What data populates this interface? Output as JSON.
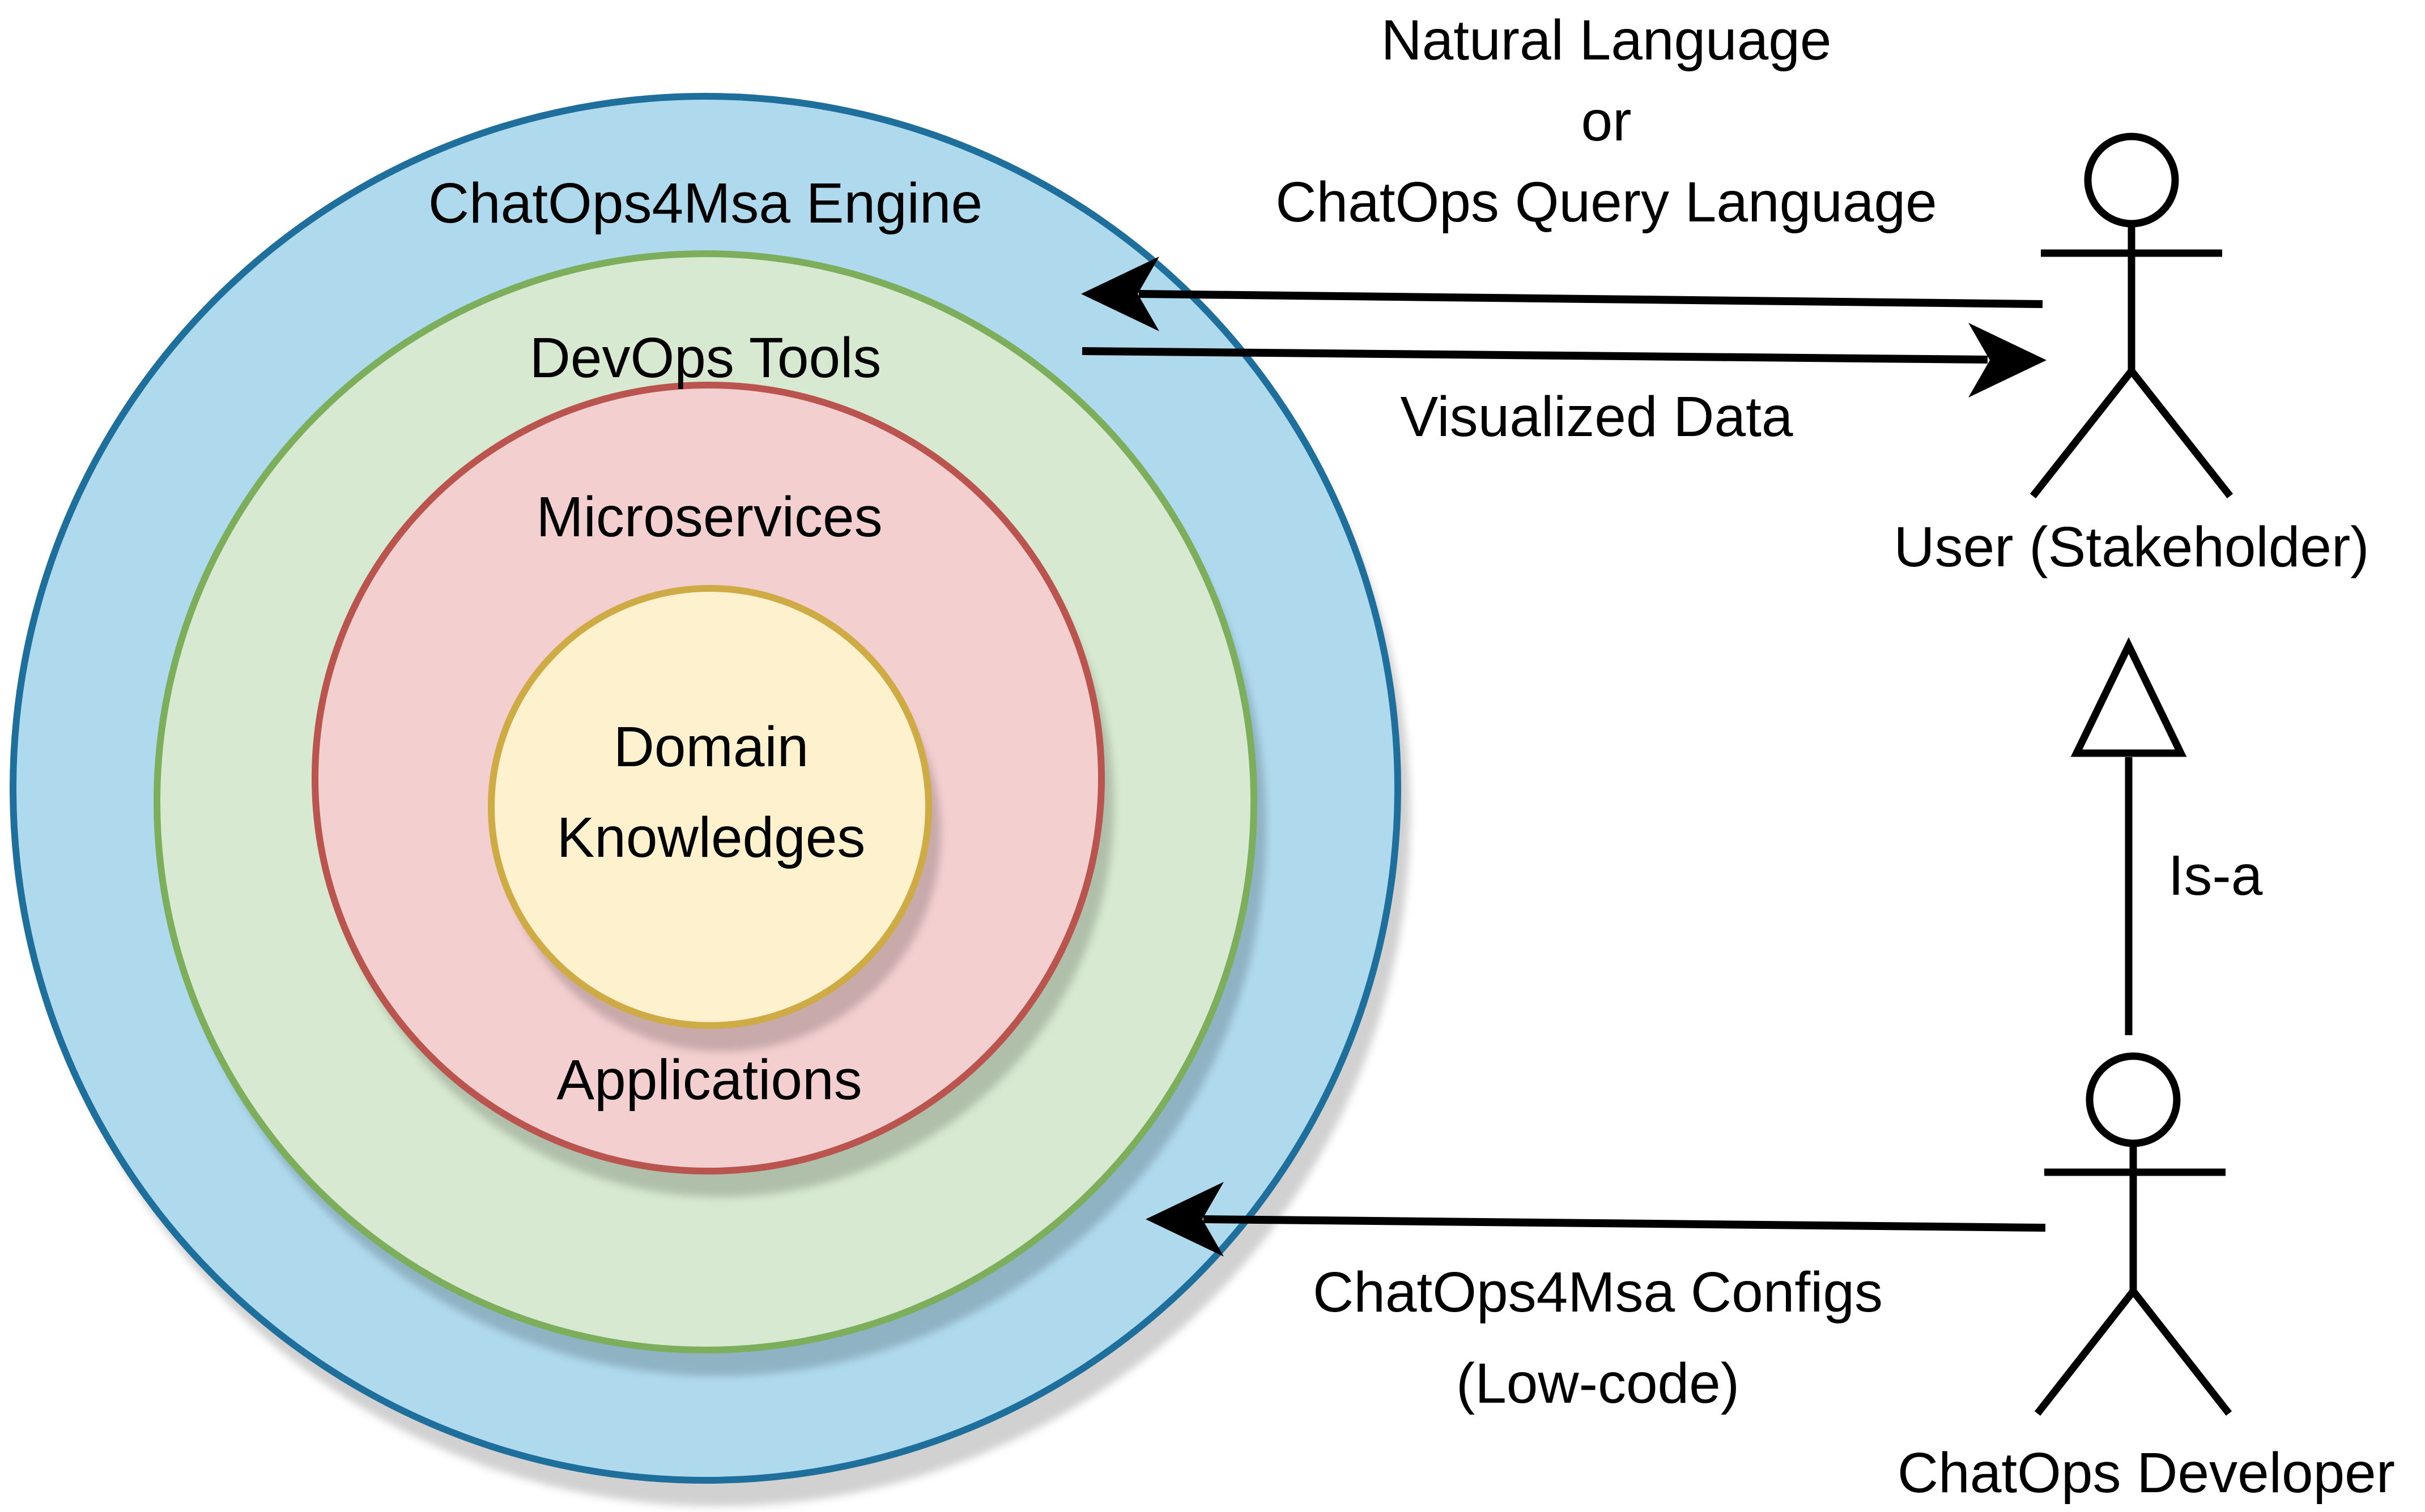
{
  "rings": [
    {
      "name": "chatops4msa-engine",
      "label": "ChatOps4Msa Engine",
      "fill": "#afdaee",
      "stroke": "#1e6f9b"
    },
    {
      "name": "devops-tools",
      "label": "DevOps Tools",
      "fill": "#d7e9d0",
      "stroke": "#7cae5c"
    },
    {
      "name": "microservices-applications",
      "label_top": "Microservices",
      "label_bottom": "Applications",
      "fill": "#f4cfd0",
      "stroke": "#b9544e"
    },
    {
      "name": "domain-knowledges",
      "label_lines": [
        "Domain",
        "Knowledges"
      ],
      "fill": "#fdf2cd",
      "stroke": "#ceab44",
      "text_color": "#333333"
    }
  ],
  "actors": [
    {
      "name": "user",
      "label": "User (Stakeholder)"
    },
    {
      "name": "chatops-developer",
      "label": "ChatOps Developer"
    }
  ],
  "arrows": [
    {
      "name": "request-to-engine",
      "label_lines": [
        "Natural Language",
        "or",
        "ChatOps Query Language"
      ]
    },
    {
      "name": "visualized-data-to-user",
      "label": "Visualized Data"
    },
    {
      "name": "is-a-generalization",
      "label": "Is-a"
    },
    {
      "name": "configs-to-engine",
      "label_lines": [
        "ChatOps4Msa Configs",
        "(Low-code)"
      ]
    }
  ]
}
